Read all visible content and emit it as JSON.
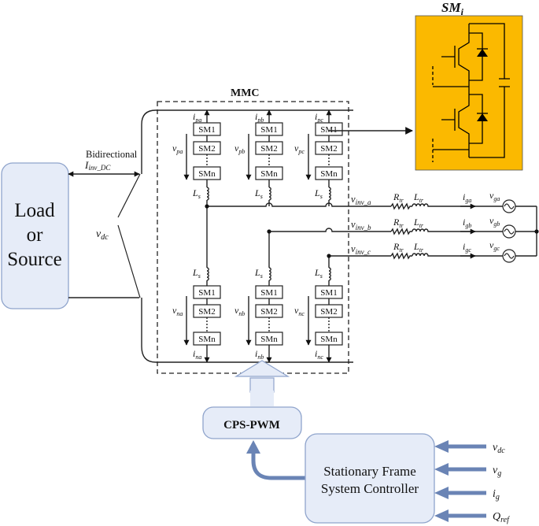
{
  "load_block": {
    "line1": "Load",
    "line2": "or",
    "line3": "Source"
  },
  "dc_link": {
    "label": "Bidirectional",
    "current": "I",
    "current_sub": "inv_DC",
    "voltage": "v",
    "voltage_sub": "dc"
  },
  "mmc": {
    "title": "MMC",
    "sm_labels": [
      "SM1",
      "SM2",
      "SMn"
    ],
    "inductor": "L",
    "inductor_sub": "s",
    "upper": [
      {
        "i": "i",
        "i_sub": "pa",
        "v": "v",
        "v_sub": "pa"
      },
      {
        "i": "i",
        "i_sub": "pb",
        "v": "v",
        "v_sub": "pb"
      },
      {
        "i": "i",
        "i_sub": "pc",
        "v": "v",
        "v_sub": "pc"
      }
    ],
    "lower": [
      {
        "i": "i",
        "i_sub": "na",
        "v": "v",
        "v_sub": "na"
      },
      {
        "i": "i",
        "i_sub": "nb",
        "v": "v",
        "v_sub": "nb"
      },
      {
        "i": "i",
        "i_sub": "nc",
        "v": "v",
        "v_sub": "nc"
      }
    ]
  },
  "grid": {
    "phases": [
      {
        "v": "v",
        "v_sub": "inv_a",
        "R": "R",
        "R_sub": "tr",
        "L": "L",
        "L_sub": "tr",
        "i": "i",
        "i_sub": "ga",
        "vg": "v",
        "vg_sub": "ga"
      },
      {
        "v": "v",
        "v_sub": "inv_b",
        "R": "R",
        "R_sub": "tr",
        "L": "L",
        "L_sub": "tr",
        "i": "i",
        "i_sub": "gb",
        "vg": "v",
        "vg_sub": "gb"
      },
      {
        "v": "v",
        "v_sub": "inv_c",
        "R": "R",
        "R_sub": "tr",
        "L": "L",
        "L_sub": "tr",
        "i": "i",
        "i_sub": "gc",
        "vg": "v",
        "vg_sub": "gc"
      }
    ]
  },
  "sm_detail": {
    "title": "SM",
    "title_sub": "i",
    "bg_color": "#fbb900"
  },
  "pwm_block": {
    "label": "CPS-PWM"
  },
  "controller": {
    "line1": "Stationary Frame",
    "line2": "System Controller",
    "inputs": [
      {
        "sym": "v",
        "sub": "dc"
      },
      {
        "sym": "v",
        "sub": "g"
      },
      {
        "sym": "i",
        "sub": "g"
      },
      {
        "sym": "Q",
        "sub": "ref"
      }
    ]
  },
  "colors": {
    "block_fill": "#e6ecf8",
    "block_stroke": "#8fa4cc",
    "arrow": "#6a84b5"
  }
}
